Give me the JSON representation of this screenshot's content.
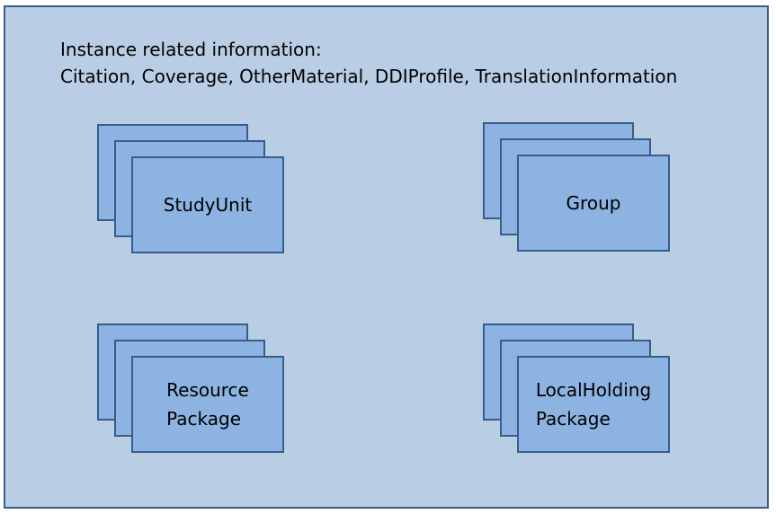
{
  "header": {
    "line1": "Instance related information:",
    "line2": "Citation, Coverage, OtherMaterial, DDIProfile, TranslationInformation"
  },
  "stacks": [
    {
      "label": "StudyUnit"
    },
    {
      "label": "Group"
    },
    {
      "label": "Resource\nPackage"
    },
    {
      "label": "LocalHolding\nPackage"
    }
  ],
  "colors": {
    "container_fill": "#b9cde5",
    "card_fill": "#8db3e2",
    "border": "#385d8a"
  }
}
